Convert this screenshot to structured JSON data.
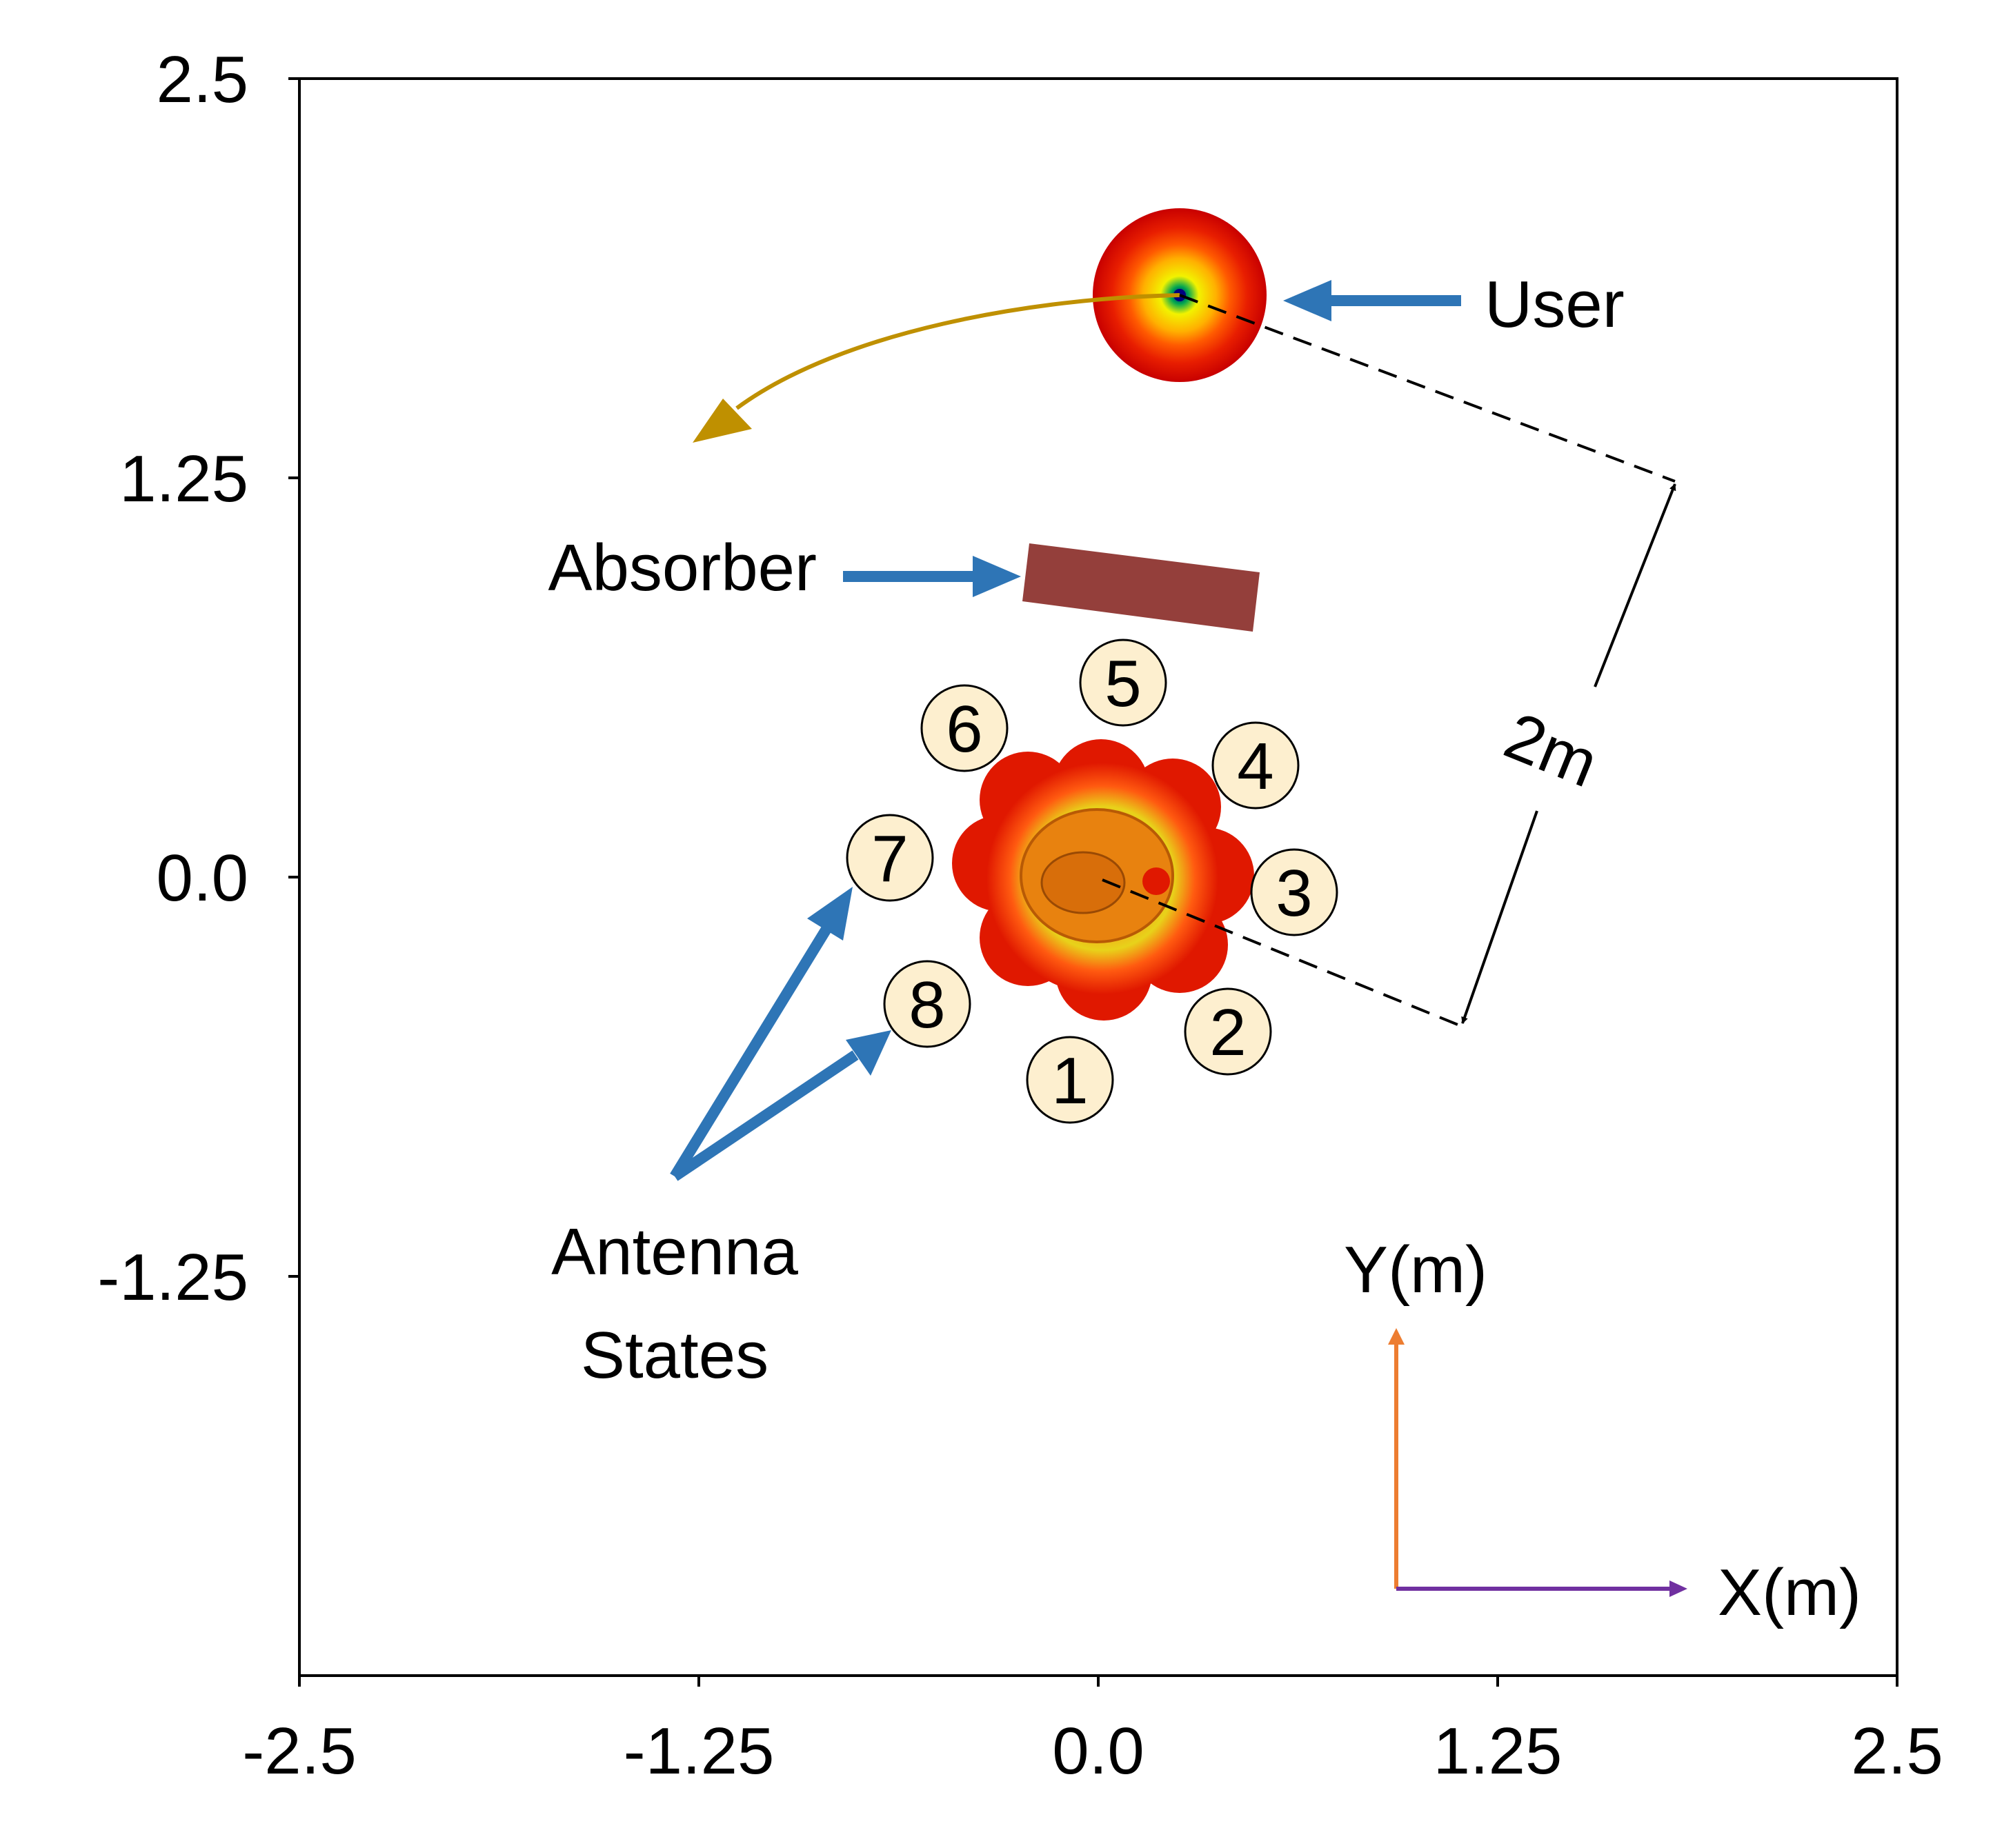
{
  "x_ticks": [
    "-2.5",
    "-1.25",
    "0.0",
    "1.25",
    "2.5"
  ],
  "y_ticks": [
    "2.5",
    "1.25",
    "0.0",
    "-1.25"
  ],
  "labels": {
    "user": "User",
    "absorber": "Absorber",
    "antenna_line1": "Antenna",
    "antenna_line2": "States",
    "distance": "2m",
    "y_axis": "Y(m)",
    "x_axis": "X(m)"
  },
  "states": [
    "1",
    "2",
    "3",
    "4",
    "5",
    "6",
    "7",
    "8"
  ],
  "colors": {
    "pointer_arrow": "#2e75b6",
    "trajectory_arrow": "#bf9000",
    "absorber": "#943f3b",
    "state_badge": "#fdefcf",
    "y_axis_arrow": "#ed7d31",
    "x_axis_arrow": "#7030a0"
  }
}
